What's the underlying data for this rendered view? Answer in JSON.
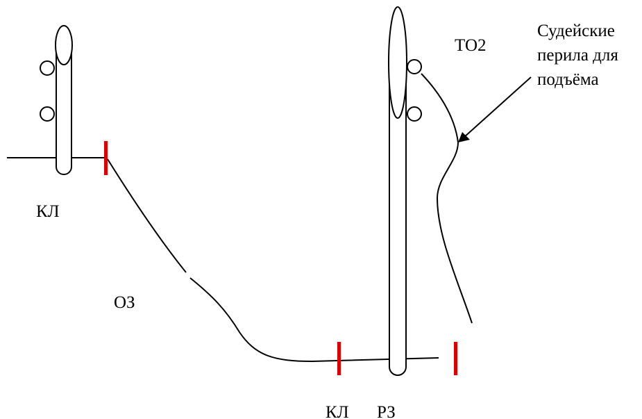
{
  "diagram": {
    "labels": {
      "left_anchor": "КЛ",
      "lower_zone": "ОЗ",
      "right_anchor": "КЛ",
      "work_zone": "РЗ",
      "stage": "ТО2",
      "judge_rope_line1": "Судейские",
      "judge_rope_line2": "перила для",
      "judge_rope_line3": "подъёма"
    },
    "colors": {
      "line": "#000000",
      "marker": "#e00000",
      "background": "#ffffff"
    }
  }
}
